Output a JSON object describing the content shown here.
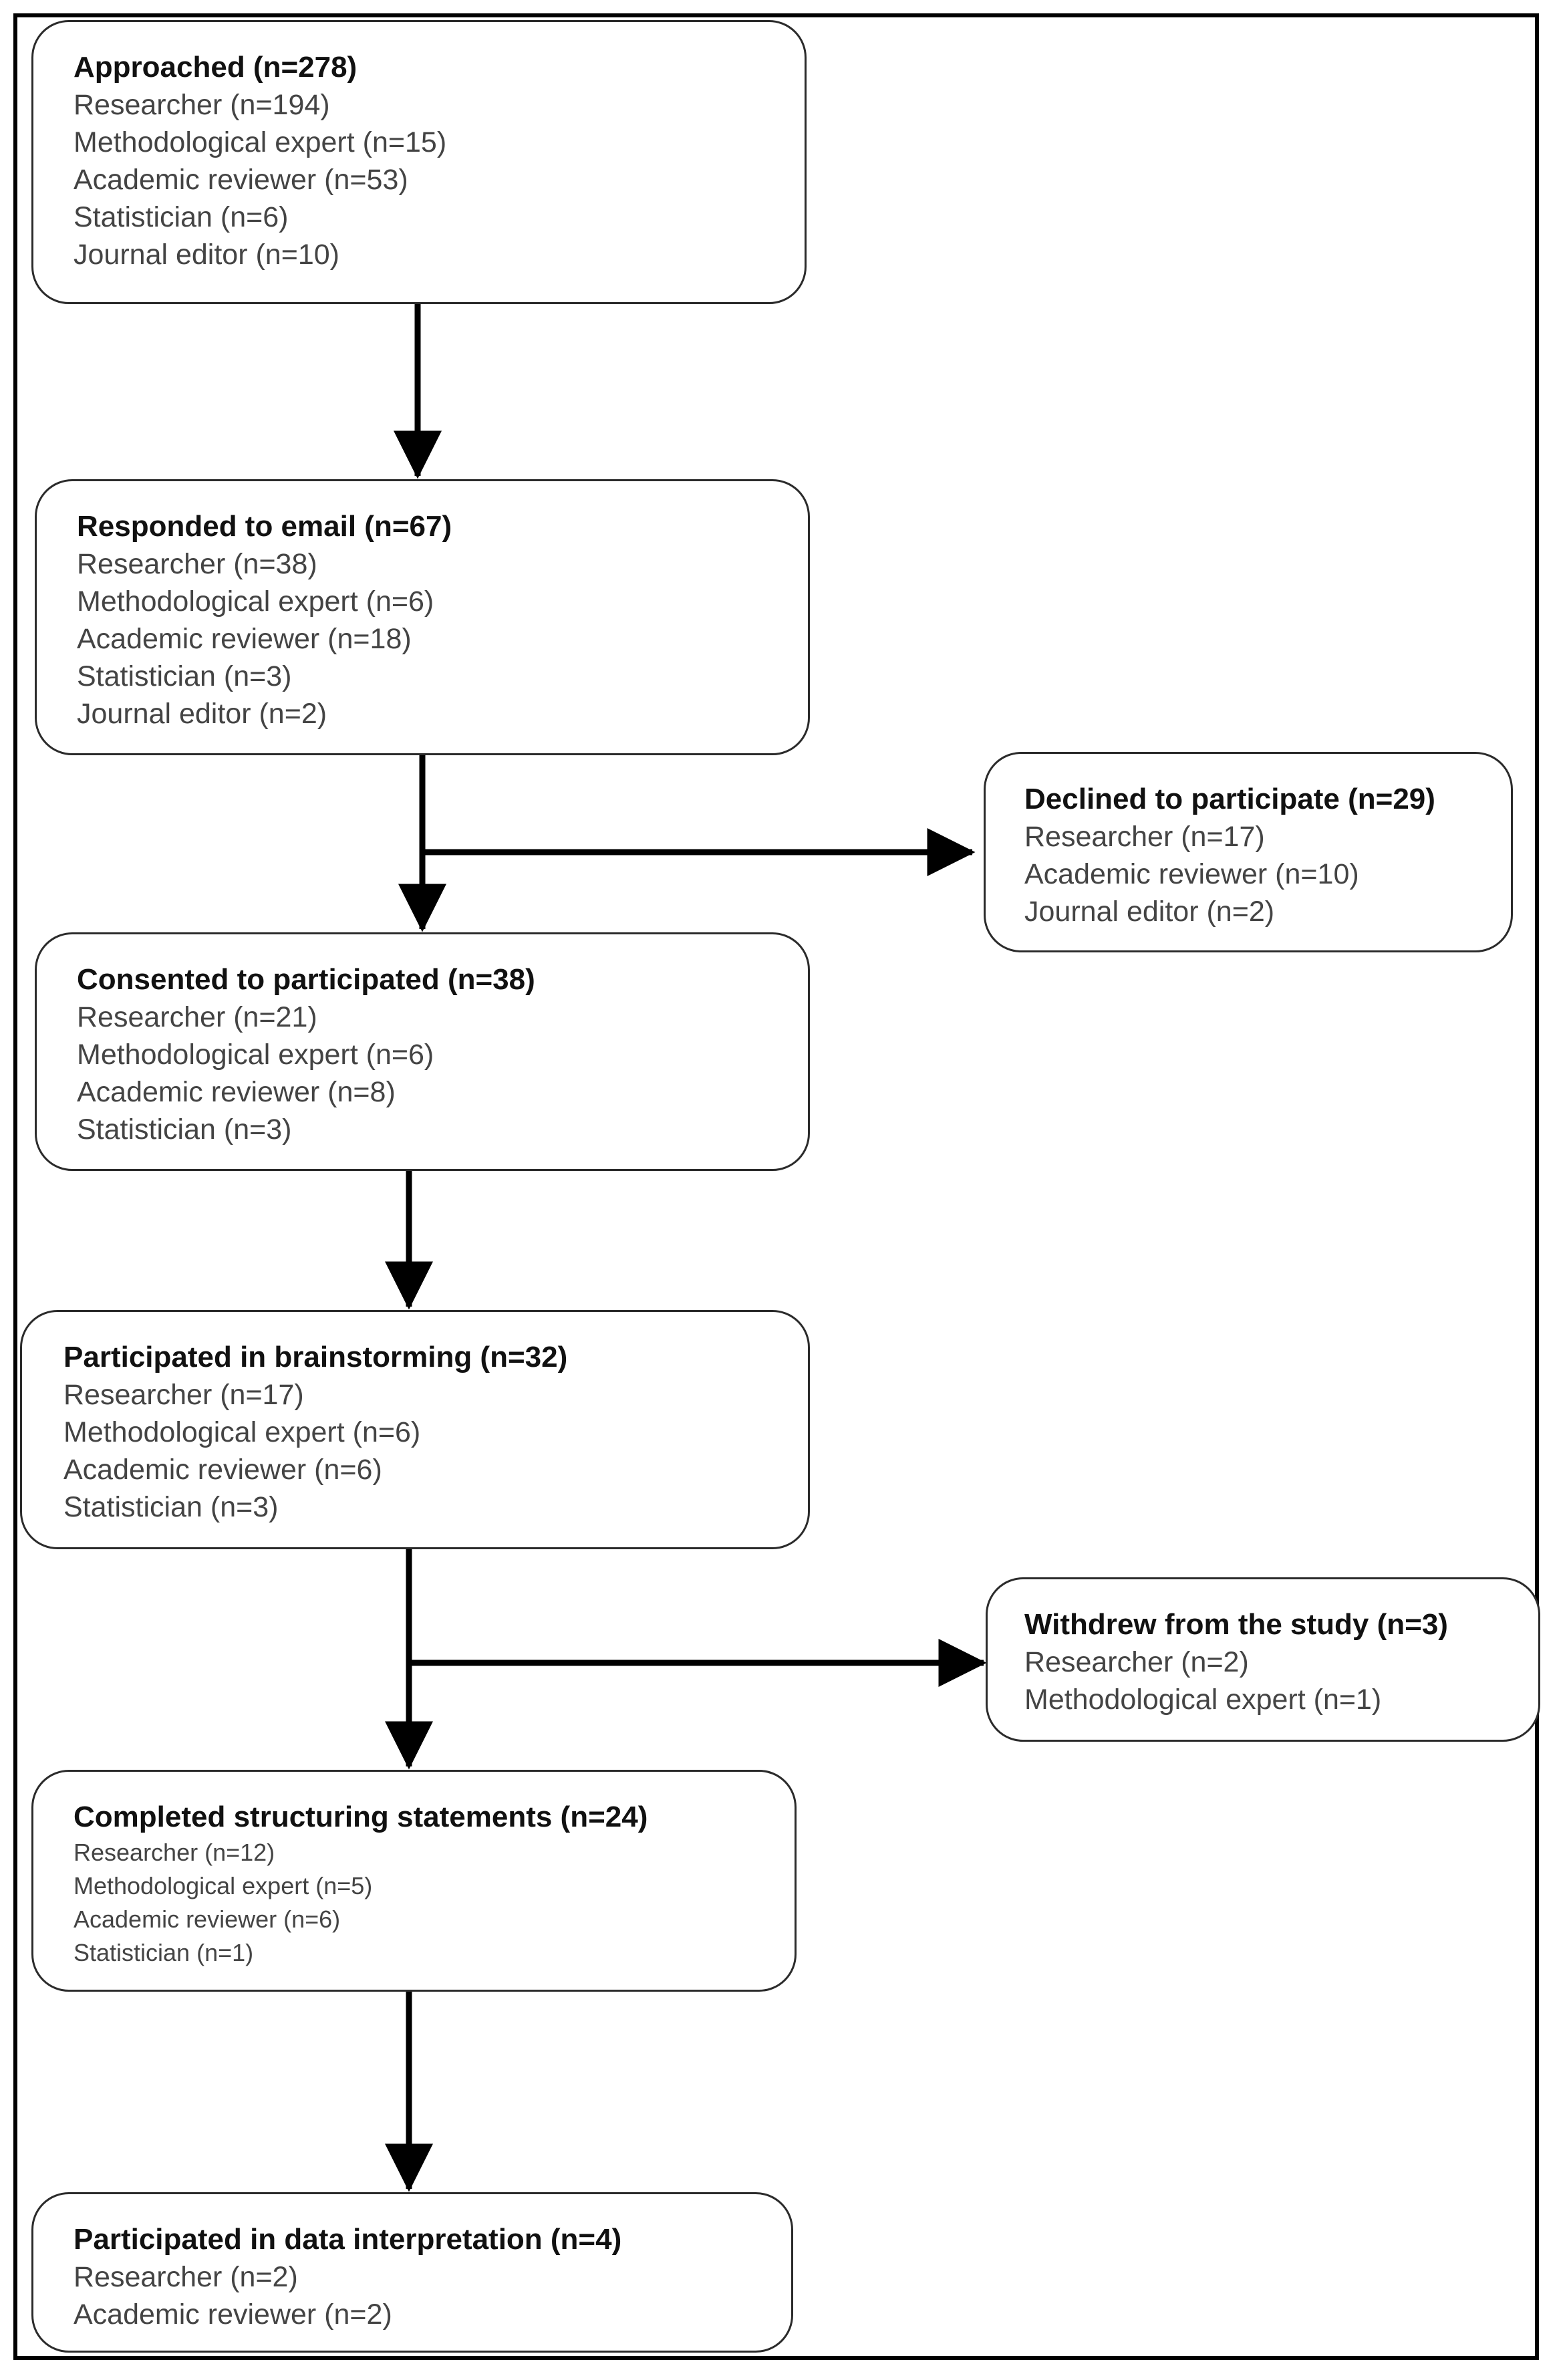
{
  "boxes": [
    {
      "title": "Approached (n=278)",
      "items": [
        "Researcher (n=194)",
        "Methodological expert (n=15)",
        "Academic reviewer (n=53)",
        "Statistician (n=6)",
        "Journal editor (n=10)"
      ]
    },
    {
      "title": "Responded to email (n=67)",
      "items": [
        "Researcher (n=38)",
        "Methodological expert (n=6)",
        "Academic reviewer (n=18)",
        "Statistician (n=3)",
        "Journal editor (n=2)"
      ]
    },
    {
      "title": "Declined to participate (n=29)",
      "items": [
        "Researcher (n=17)",
        "Academic reviewer (n=10)",
        "Journal editor (n=2)"
      ]
    },
    {
      "title": "Consented to participated (n=38)",
      "items": [
        "Researcher (n=21)",
        "Methodological expert (n=6)",
        "Academic reviewer (n=8)",
        "Statistician (n=3)"
      ]
    },
    {
      "title": "Participated in brainstorming (n=32)",
      "items": [
        "Researcher (n=17)",
        "Methodological expert (n=6)",
        "Academic reviewer (n=6)",
        "Statistician (n=3)"
      ]
    },
    {
      "title": "Withdrew from the study (n=3)",
      "items": [
        "Researcher (n=2)",
        "Methodological expert (n=1)"
      ]
    },
    {
      "title": "Completed structuring statements (n=24)",
      "items": [
        "Researcher (n=12)",
        "Methodological expert (n=5)",
        "Academic reviewer (n=6)",
        "Statistician (n=1)"
      ]
    },
    {
      "title": "Participated in data interpretation (n=4)",
      "items": [
        "Researcher (n=2)",
        "Academic reviewer (n=2)"
      ]
    }
  ],
  "colors": {
    "box_border": "#2b2b2b",
    "arrow": "#000000",
    "title_text": "#111111",
    "item_text": "#444444"
  }
}
